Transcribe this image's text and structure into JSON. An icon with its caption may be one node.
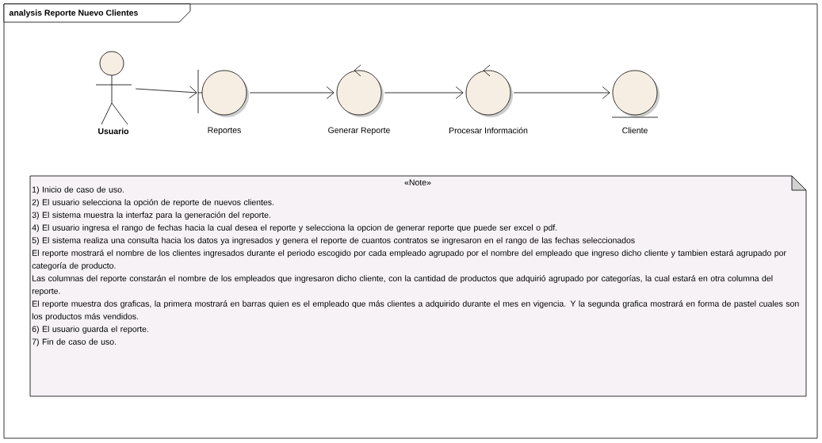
{
  "diagram": {
    "title": "analysis Reporte Nuevo Clientes",
    "nodes": [
      {
        "text": [
          "Usuario"
        ]
      },
      {
        "text": [
          "Reportes"
        ]
      },
      {
        "text": [
          "Generar Reporte"
        ]
      },
      {
        "text": [
          "Procesar Información"
        ]
      },
      {
        "text": [
          "Cliente"
        ]
      },
      {
        "text": [
          "«Note»",
          "1) Inicio de caso de uso.",
          "2) El usuario selecciona la opción de reporte de nuevos clientes.",
          "3) El sistema muestra la interfaz para la generación del reporte.",
          "4) El usuario ingresa el rango de fechas hacia la cual desea el reporte y selecciona la opcion de generar reporte que puede ser excel o pdf.",
          "5) El sistema realiza una consulta hacia los datos ya ingresados y genera el reporte de cuantos contratos se ingresaron en el rango de las fechas seleccionados",
          "El reporte mostrará el nombre de los clientes ingresados durante el periodo escogido por cada empleado agrupado por el nombre del empleado que ingreso dicho cliente y tambien estará agrupado por categoría de producto.",
          "Las columnas del reporte constarán el nombre de los empleados que ingresaron dicho cliente, con la cantidad de productos que adquirió agrupado por categorías, la cual estará en otra columna del reporte.",
          "El reporte muestra dos graficas, la primera mostrará en barras quien es el empleado que más clientes a adquirido durante el mes en vigencia. Y la segunda grafica mostrará en forma de pastel cuales son los productos más vendidos.",
          "6) El usuario guarda el reporte.",
          "7) Fin de caso de uso."
        ]
      }
    ],
    "edges": [
      {
        "from": 0,
        "to": 1,
        "arrow": "to"
      },
      {
        "from": 1,
        "to": 2,
        "arrow": "to"
      },
      {
        "from": 2,
        "to": 3,
        "arrow": "to"
      },
      {
        "from": 3,
        "to": 4,
        "arrow": "to"
      }
    ]
  }
}
